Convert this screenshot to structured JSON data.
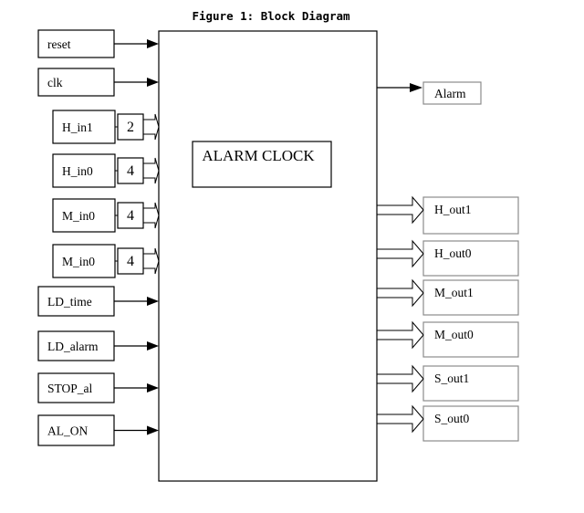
{
  "title": "Figure 1: Block Diagram",
  "block_label": "ALARM CLOCK",
  "inputs": [
    {
      "label": "reset",
      "type": "single"
    },
    {
      "label": "clk",
      "type": "single"
    },
    {
      "label": "H_in1",
      "type": "bus",
      "width": "2"
    },
    {
      "label": "H_in0",
      "type": "bus",
      "width": "4"
    },
    {
      "label": "M_in0",
      "type": "bus",
      "width": "4"
    },
    {
      "label": "M_in0",
      "type": "bus",
      "width": "4"
    },
    {
      "label": "LD_time",
      "type": "single"
    },
    {
      "label": "LD_alarm",
      "type": "single"
    },
    {
      "label": "STOP_al",
      "type": "single"
    },
    {
      "label": "AL_ON",
      "type": "single"
    }
  ],
  "outputs": [
    {
      "label": "Alarm",
      "type": "single"
    },
    {
      "label": "H_out1",
      "type": "bus"
    },
    {
      "label": "H_out0",
      "type": "bus"
    },
    {
      "label": "M_out1",
      "type": "bus"
    },
    {
      "label": "M_out0",
      "type": "bus"
    },
    {
      "label": "S_out1",
      "type": "bus"
    },
    {
      "label": "S_out0",
      "type": "bus"
    }
  ]
}
